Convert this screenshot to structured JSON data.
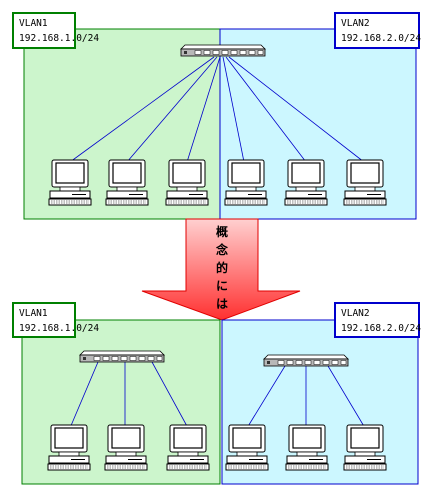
{
  "colors": {
    "vlan1_fill": "#ccf5cc",
    "vlan1_border": "#008000",
    "vlan2_fill": "#ccf7ff",
    "vlan2_border": "#0000cc",
    "cable": "#0000cc",
    "arrow_fill_top": "#ff9999",
    "arrow_fill_bottom": "#ff3b3b",
    "arrow_border": "#e00000"
  },
  "top": {
    "vlan1": {
      "name": "VLAN1",
      "subnet": "192.168.1.0/24"
    },
    "vlan2": {
      "name": "VLAN2",
      "subnet": "192.168.2.0/24"
    }
  },
  "arrow": {
    "chars": [
      "概",
      "念",
      "的",
      "に",
      "は"
    ]
  },
  "bottom": {
    "vlan1": {
      "name": "VLAN1",
      "subnet": "192.168.1.0/24"
    },
    "vlan2": {
      "name": "VLAN2",
      "subnet": "192.168.2.0/24"
    }
  }
}
